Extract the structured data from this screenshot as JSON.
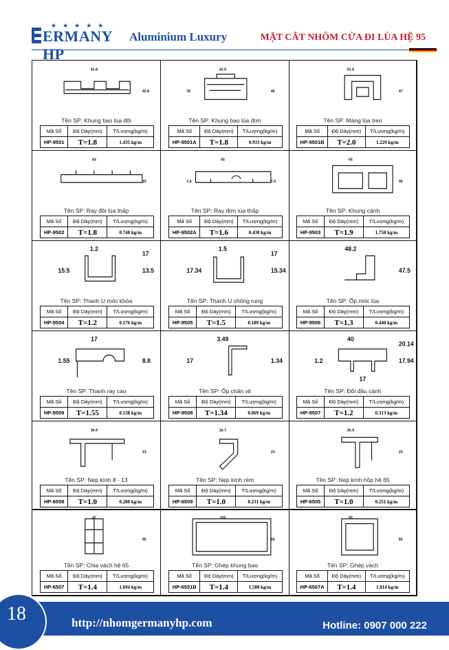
{
  "header": {
    "brand": "ERMANY HP",
    "stars": "★★★★★",
    "subtitle": "Aluminium Luxury",
    "title": "MẶT CẮT NHÔM CỬA ĐI LÙA HỆ 95",
    "flag_colors": [
      "#000000",
      "#dd0000",
      "#ffce00"
    ]
  },
  "table_headers": {
    "code": "Mã Số",
    "thickness": "Độ Dày(mm)",
    "weight": "T/Lượng(kg/m)"
  },
  "products": [
    {
      "name": "Tên SP: Khung bao lùa đôi",
      "code": "HP-9501",
      "thickness": "T=1.8",
      "weight": "1.435 kg/m",
      "dims": [
        "42.8",
        "42.8"
      ]
    },
    {
      "name": "Tên SP: Khung bao lùa đơn",
      "code": "HP-9501A",
      "thickness": "T=1.8",
      "weight": "0.933 kg/m",
      "dims": [
        "42.8",
        "46",
        "35"
      ]
    },
    {
      "name": "Tên SP: Máng lùa treo",
      "code": "HP-9501B",
      "thickness": "T=2.0",
      "weight": "1.229 kg/m",
      "dims": [
        "61.8",
        "47"
      ]
    },
    {
      "name": "Tên SP: Ray đôi lùa thấp",
      "code": "HP-9502",
      "thickness": "T=1.8",
      "weight": "0.748 kg/m",
      "dims": [
        "93",
        "15"
      ]
    },
    {
      "name": "Tên SP: Ray đơn lùa thấp",
      "code": "HP-9502A",
      "thickness": "T=1.6",
      "weight": "0.430 kg/m",
      "dims": [
        "55",
        "7.6",
        "1.6"
      ]
    },
    {
      "name": "Tên SP: Khung cánh",
      "code": "HP-9503",
      "thickness": "T=1.9",
      "weight": "1.758 kg/m",
      "dims": [
        "55",
        "46"
      ]
    },
    {
      "name": "Tên SP: Thanh U móc khóa",
      "code": "HP-9504",
      "thickness": "T=1.2",
      "weight": "0.176 kg/m",
      "dims": [
        "1.2",
        "13.5",
        "15.5",
        "17"
      ]
    },
    {
      "name": "Tên SP: Thanh U chống rung",
      "code": "HP-9505",
      "thickness": "T=1.5",
      "weight": "0.189 kg/m",
      "dims": [
        "1.5",
        "15.34",
        "17.34",
        "17"
      ]
    },
    {
      "name": "Tên SP: Ốp móc lùa",
      "code": "HP-9506",
      "thickness": "T=1.3",
      "weight": "0.440 kg/m",
      "dims": [
        "48.2",
        "47.5"
      ]
    },
    {
      "name": "Tên SP: Thanh ray cao",
      "code": "HP-9509",
      "thickness": "T=1.55",
      "weight": "0.138 kg/m",
      "dims": [
        "17",
        "8.8",
        "1.55"
      ]
    },
    {
      "name": "Tên SP: Ốp chân vịt",
      "code": "HP-9508",
      "thickness": "T=1.34",
      "weight": "0.069 kg/m",
      "dims": [
        "3.49",
        "1.34",
        "17"
      ]
    },
    {
      "name": "Tên SP: Đối đầu cánh",
      "code": "HP-9507",
      "thickness": "T=1.2",
      "weight": "0.313 kg/m",
      "dims": [
        "40",
        "17.94",
        "1.2",
        "20.14",
        "17"
      ]
    },
    {
      "name": "Tên SP: Nẹp kính 8 - 13",
      "code": "HP-6508",
      "thickness": "T=1.0",
      "weight": "0.280 kg/m",
      "dims": [
        "36.9",
        "23"
      ]
    },
    {
      "name": "Tên SP: Nẹp kính rèm",
      "code": "HP-6509",
      "thickness": "T=1.0",
      "weight": "0.231 kg/m",
      "dims": [
        "16.7",
        "23"
      ]
    },
    {
      "name": "Tên SP: Nẹp kính hộp hệ 65",
      "code": "HP-6505",
      "thickness": "T=1.0",
      "weight": "0.251 kg/m",
      "dims": [
        "26.9",
        "23"
      ]
    },
    {
      "name": "Tên SP: Chia vách hệ 65",
      "code": "HP-6507",
      "thickness": "T=1.4",
      "weight": "1.694 kg/m",
      "dims": [
        "42",
        "65"
      ]
    },
    {
      "name": "Tên SP: Ghép khung bao",
      "code": "HP-6501B",
      "thickness": "T=1.4",
      "weight": "1.580 kg/m",
      "dims": [
        "105",
        "55"
      ]
    },
    {
      "name": "Tên SP: Ghép vách",
      "code": "HP-6507A",
      "thickness": "T=1.4",
      "weight": "1.014 kg/m",
      "dims": [
        "55",
        "65"
      ]
    }
  ],
  "footer": {
    "page": "18",
    "url": "http://nhomgermanyhp.com",
    "hotline": "Hotline: 0907 000 222"
  }
}
